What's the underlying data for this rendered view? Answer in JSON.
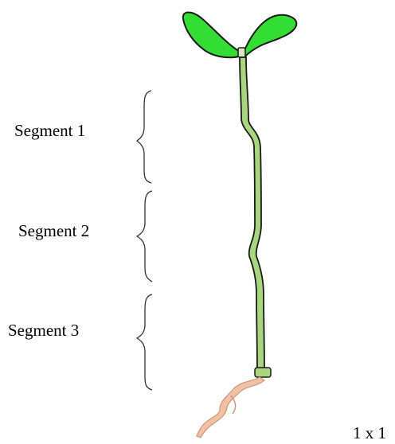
{
  "segments": [
    {
      "label": "Segment 1"
    },
    {
      "label": "Segment 2"
    },
    {
      "label": "Segment 3"
    }
  ],
  "scale_text": "1 x 1",
  "colors": {
    "leaf": "#33dd33",
    "stem": "#a8d57e",
    "root": "#f2c0a2",
    "outline": "#1a1a1a",
    "bracket": "#333333"
  }
}
